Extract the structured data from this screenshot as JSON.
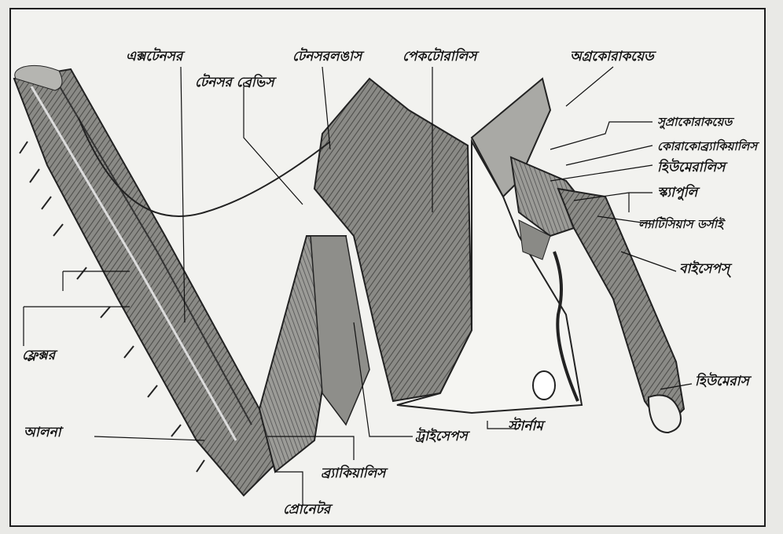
{
  "figure": {
    "labels": {
      "extensor": "এক্সটেনসর",
      "tensor_brevis": "টেনসর ব্রেভিস",
      "tensor_longus": "টেনসরলঙাস",
      "pectoralis": "পেকটোরালিস",
      "acrocoracoid": "অগ্রকোরাকয়েড",
      "supracoracoid": "সুপ্রাকোরাকয়েড",
      "coracobrachialis": "কোরাকোব্র্যাকিয়ালিস",
      "humeralis": "হিউমেরালিস",
      "scapula": "স্ক্যাপুলি",
      "latissimus_dorsi": "ল্যাটিসিয়াস ডর্সাই",
      "biceps": "বাইসেপস্",
      "humerus": "হিউমেরাস",
      "flexor": "ফ্লেক্সর",
      "ulna": "আলনা",
      "triceps": "ট্রাইসেপস",
      "sternum": "স্টার্নাম",
      "brachialis": "ব্র্যাকিয়ালিস",
      "pronator": "প্রোনেটর"
    }
  }
}
